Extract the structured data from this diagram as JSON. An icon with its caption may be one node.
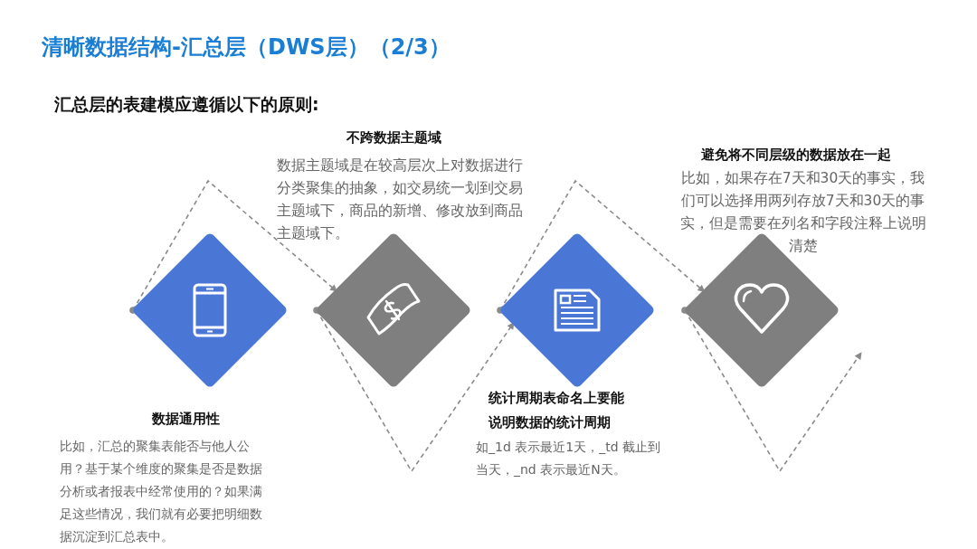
{
  "diagram": {
    "title": "清晰数据结构-汇总层（DWS层）（2/3）",
    "nodes": [
      {
        "text": [],
        "shape": "diamond",
        "beside": [
          "数据通用性",
          "比如，汇总的聚集表能否与他人公用？基于某个维度的聚集是否是数据分析或者报表中经常使用的？如果满足这些情况，我们就有必要把明细数据沉淀到汇总表中。"
        ]
      },
      {
        "text": [],
        "shape": "diamond",
        "beside": [
          "不跨数据主题域",
          "数据主题域是在较高层次上对数据进行分类聚集的抽象，如交易统一划到交易主题域下，商品的新增、修改放到商品主题域下。"
        ]
      },
      {
        "text": [],
        "shape": "diamond",
        "beside": [
          "统计周期表命名上要能说明数据的统计周期",
          "如_1d 表示最近1天，_td 截止到当天，_nd 表示最近N天。"
        ]
      },
      {
        "text": [],
        "shape": "diamond",
        "beside": [
          "避免将不同层级的数据放在一起",
          "比如，如果存在7天和30天的事实，我们可以选择用两列存放7天和30天的事实，但是需要在列名和字段注释上说明清楚"
        ]
      }
    ],
    "edges": [
      {
        "from": 0,
        "to": 1,
        "arrow": "to",
        "style": "dashed"
      },
      {
        "from": 1,
        "to": 2,
        "arrow": "to",
        "style": "dashed"
      },
      {
        "from": 2,
        "to": 3,
        "arrow": "to",
        "style": "dashed"
      },
      {
        "from": 3,
        "to": null,
        "arrow": "to",
        "style": "dashed"
      }
    ],
    "labels": [
      "汇总层的表建模应遵循以下的原则:"
    ]
  }
}
